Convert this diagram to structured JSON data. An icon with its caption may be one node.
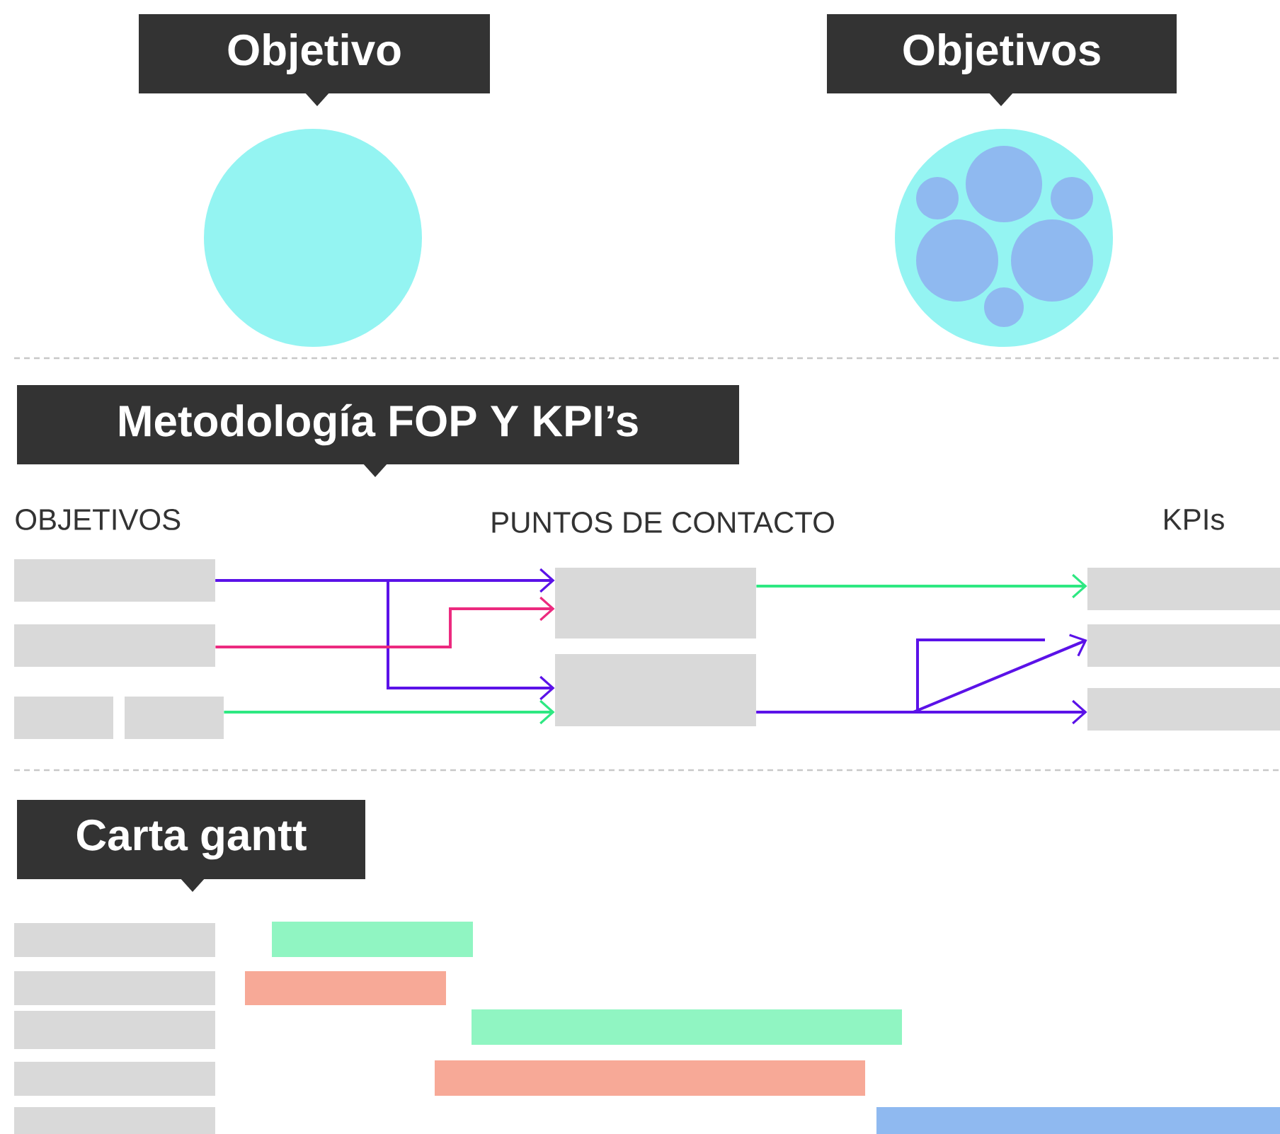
{
  "diagram": {
    "nodes": [
      {
        "text": [
          "Objetivo"
        ]
      },
      {
        "text": [
          "Objetivos"
        ]
      },
      {
        "text": [
          "Metodología FOP Y KPI’s"
        ]
      },
      {
        "text": [
          "Carta gantt"
        ]
      },
      {
        "text": [],
        "shape": "box"
      },
      {
        "text": [],
        "shape": "box"
      },
      {
        "text": [],
        "shape": "box"
      },
      {
        "text": [],
        "shape": "box"
      },
      {
        "text": [],
        "shape": "box"
      },
      {
        "text": [],
        "shape": "box"
      },
      {
        "text": [],
        "shape": "box"
      },
      {
        "text": [],
        "shape": "box"
      },
      {
        "text": [],
        "shape": "box"
      }
    ],
    "edges": [
      {
        "from": 4,
        "to": 8,
        "arrow": "to"
      },
      {
        "from": 4,
        "to": 9,
        "arrow": "to"
      },
      {
        "from": 5,
        "to": 8,
        "arrow": "to",
        "color": "#ec2a7f"
      },
      {
        "from": 7,
        "to": 9,
        "arrow": "to",
        "color": "#2ee882"
      },
      {
        "from": 8,
        "to": 10,
        "arrow": "to",
        "color": "#2ee882"
      },
      {
        "from": 9,
        "to": 12,
        "arrow": "to"
      },
      {
        "from": 9,
        "to": 11,
        "arrow": "to"
      }
    ],
    "labels": [
      "OBJETIVOS",
      "PUNTOS DE CONTACTO",
      "KPIs"
    ]
  }
}
